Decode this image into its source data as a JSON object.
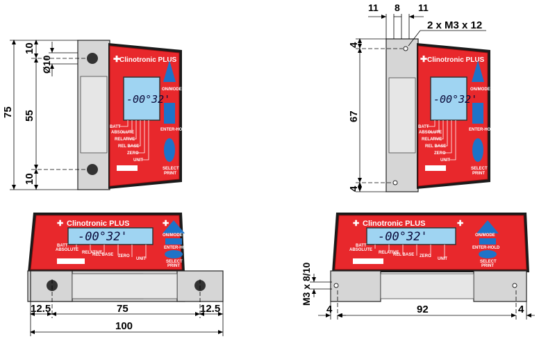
{
  "brand": "Clinotronic PLUS",
  "lcd_reading": "-00°32'",
  "buttons": {
    "on_mode": "ON/MODE",
    "enter_hold": "ENTER-HOLD",
    "select_print": [
      "SELECT",
      "PRINT"
    ]
  },
  "indicators": [
    "BATT",
    "ABSOLUTE",
    "RELATIVE",
    "REL BASE",
    "ZERO",
    "UNIT"
  ],
  "side_view": {
    "height": "75",
    "top_offset": "10",
    "middle": "55",
    "bottom_offset": "10",
    "hole_diameter": "Ø10"
  },
  "front_view": {
    "left_margin": "12.5",
    "hole_spacing": "75",
    "right_margin": "12.5",
    "total_width": "100"
  },
  "side_view_threaded": {
    "top_offset": "4",
    "middle": "67",
    "bottom_offset": "4",
    "thread_spec": "2 x M3 x 12",
    "left_offset": "11",
    "thread_width": "8",
    "right_offset": "11"
  },
  "front_view_threaded": {
    "thread_spec": "M3 x 8/10",
    "left_offset": "4",
    "hole_spacing": "92",
    "right_offset": "4"
  },
  "colors": {
    "body_red": "#e8282c",
    "lcd_blue": "#9fd4f2",
    "button_blue": "#1e73c8",
    "metal": "#cfcfcf"
  }
}
